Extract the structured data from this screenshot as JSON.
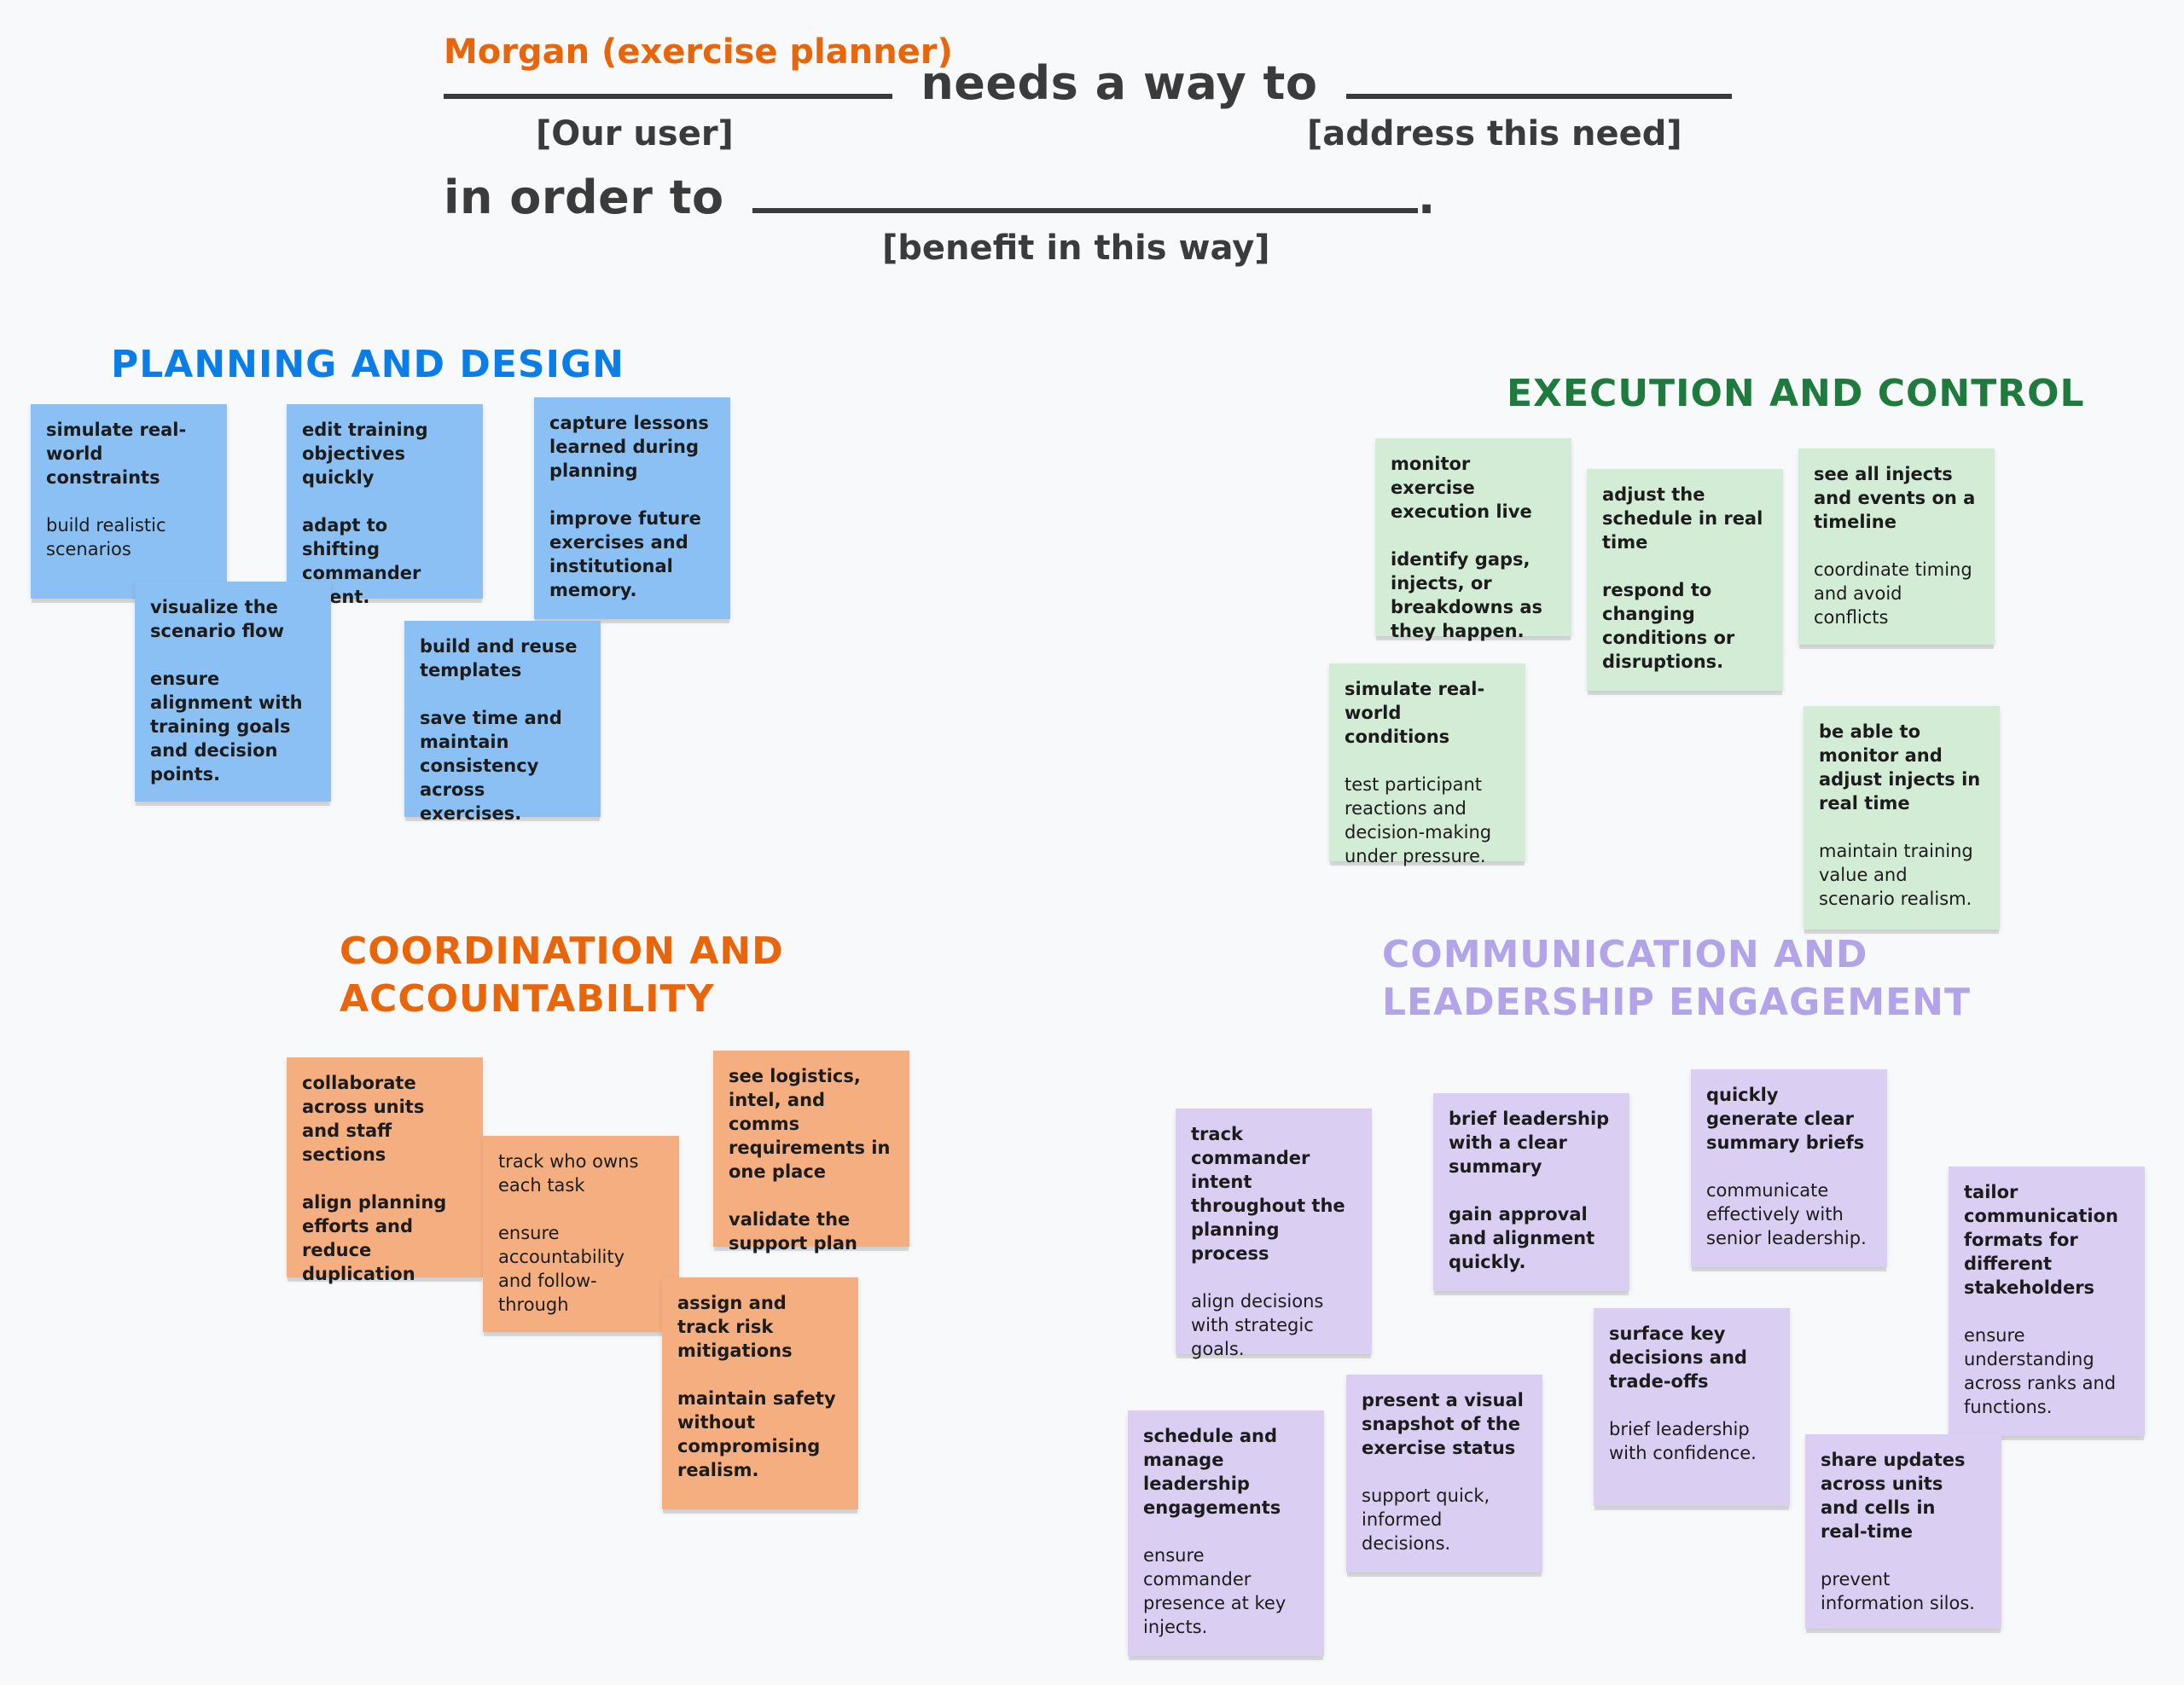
{
  "header": {
    "user": "Morgan (exercise planner)",
    "needs_text": "needs a way to",
    "in_order_to": "in order to",
    "period": ".",
    "hint_user": "[Our user]",
    "hint_need": "[address this need]",
    "hint_benefit": "[benefit in this way]"
  },
  "colors": {
    "planning": "#0a7ee6",
    "execution": "#1f7a3e",
    "coordination": "#e8650a",
    "communication": "#b3a3e8",
    "note_blue": "#8ac0f4",
    "note_green": "#d2ecd5",
    "note_orange": "#f5ae80",
    "note_purple": "#dacff2"
  },
  "sections": {
    "planning": {
      "title": "PLANNING AND DESIGN",
      "notes": [
        {
          "title": "simulate real-world constraints",
          "body": "build realistic scenarios"
        },
        {
          "title": "edit training objectives quickly",
          "body": "adapt to shifting commander intent."
        },
        {
          "title": "capture lessons learned during planning",
          "body": " improve future exercises and institutional memory."
        },
        {
          "title": "visualize the scenario flow",
          "body": "ensure alignment with training goals and decision points."
        },
        {
          "title": "build and reuse templates",
          "body": "save time and maintain consistency across exercises."
        }
      ]
    },
    "execution": {
      "title": "EXECUTION AND CONTROL",
      "notes": [
        {
          "title": "monitor exercise execution live",
          "body": "identify gaps, injects, or breakdowns as they happen."
        },
        {
          "title": "adjust the schedule in real time",
          "body": " respond to changing conditions or disruptions."
        },
        {
          "title": "see all injects and events on a timeline",
          "body": "coordinate timing and avoid conflicts"
        },
        {
          "title": "simulate real-world conditions",
          "body": "test participant reactions and decision-making under pressure."
        },
        {
          "title": "be able to monitor and adjust injects in real time",
          "body": "maintain training value and scenario realism."
        }
      ]
    },
    "coordination": {
      "title_line1": "COORDINATION AND",
      "title_line2": "ACCOUNTABILITY",
      "notes": [
        {
          "title": "collaborate across units and staff sections",
          "body": "align planning efforts and reduce duplication"
        },
        {
          "title": "track who owns each task",
          "body": "ensure accountability and follow-through"
        },
        {
          "title": "see logistics, intel, and comms requirements in one place",
          "body": " validate the support plan"
        },
        {
          "title": "assign and track risk mitigations",
          "body": "maintain safety without compromising realism."
        }
      ]
    },
    "communication": {
      "title_line1": "COMMUNICATION AND",
      "title_line2": "LEADERSHIP ENGAGEMENT",
      "notes": [
        {
          "title": "track commander intent throughout the planning process",
          "body": " align decisions with strategic goals."
        },
        {
          "title": "brief leadership with a clear summary",
          "body": "gain approval and alignment quickly."
        },
        {
          "title": "quickly generate clear summary briefs",
          "body": "communicate effectively with senior leadership."
        },
        {
          "title": "tailor communication formats for different stakeholders",
          "body": " ensure understanding across ranks and functions."
        },
        {
          "title": "surface key decisions and trade-offs",
          "body": "brief leadership with confidence."
        },
        {
          "title": "present a visual snapshot of the exercise status",
          "body": " support quick, informed decisions."
        },
        {
          "title": "schedule and manage leadership engagements",
          "body": " ensure commander presence at key injects."
        },
        {
          "title": "share updates across units and cells in real-time",
          "body": " prevent information silos."
        }
      ]
    }
  }
}
